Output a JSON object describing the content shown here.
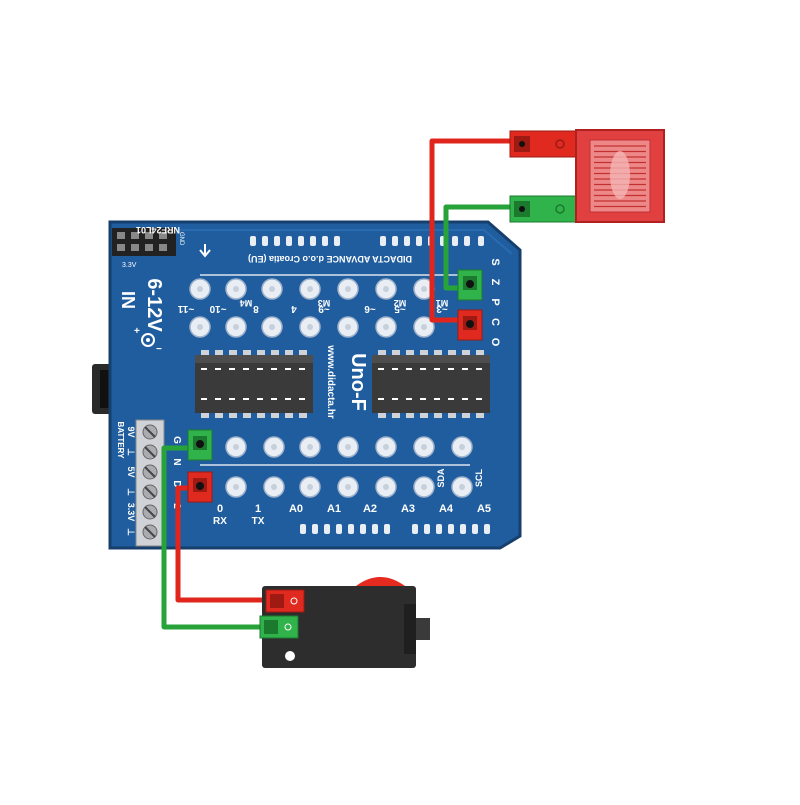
{
  "board": {
    "module_label": "NRF24L01",
    "module_vcc": "3.3V",
    "module_gnd": "GND",
    "company": "DIDACTA ADVANCE d.o.o Croatia (EU)",
    "power_in": "6-12V",
    "in_label": "IN",
    "polarity_plus": "+",
    "polarity_minus": "−",
    "brand": "Uno-F",
    "website": "www.didacta.hr",
    "motor_labels": [
      "M1",
      "M2",
      "M3",
      "M4"
    ],
    "top_row_pins": [
      "~3",
      "~5",
      "~6",
      "~9",
      "4",
      "8",
      "~10",
      "~11"
    ],
    "bottom_row_pins": [
      "0",
      "1",
      "A0",
      "A1",
      "A2",
      "A3",
      "A4",
      "A5"
    ],
    "bottom_row_sublabels": [
      "RX",
      "TX",
      "",
      "",
      "",
      "",
      "SDA",
      "SCL"
    ],
    "battery_label": "BATTERY",
    "battery_terminals": [
      "9V",
      "⊥",
      "5V",
      "⊥",
      "3.3V",
      "⊥"
    ],
    "left_header_letters": [
      "G",
      "N",
      "D",
      "2"
    ],
    "right_header_letters": [
      "S",
      "Z",
      "P",
      "C",
      "O"
    ]
  },
  "wires": {
    "red_color": "#e0261c",
    "green_color": "#27a33a"
  },
  "colors": {
    "board_blue": "#1f5d9e",
    "board_border": "#163f6d",
    "pad_fill": "#e9edf4",
    "chip_fill": "#3a3a3a",
    "connector_red": "#e02a20",
    "connector_green": "#2fb34a",
    "heater_fill": "#e04040",
    "button_cap": "#e52a20",
    "button_body": "#2d2d2d"
  }
}
